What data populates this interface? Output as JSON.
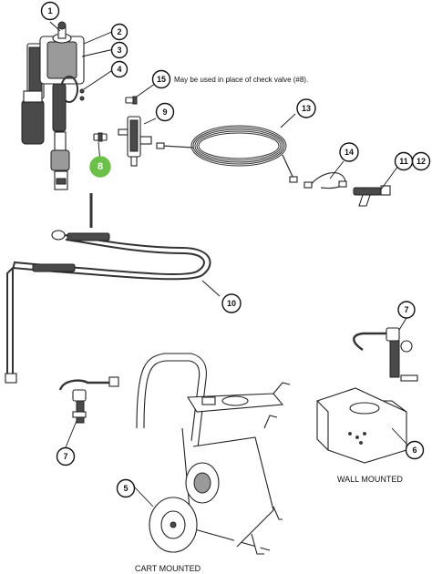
{
  "callouts": [
    {
      "id": "1",
      "label": "1",
      "highlight": false
    },
    {
      "id": "2",
      "label": "2",
      "highlight": false
    },
    {
      "id": "3",
      "label": "3",
      "highlight": false
    },
    {
      "id": "4",
      "label": "4",
      "highlight": false
    },
    {
      "id": "5",
      "label": "5",
      "highlight": false
    },
    {
      "id": "6",
      "label": "6",
      "highlight": false
    },
    {
      "id": "7a",
      "label": "7",
      "highlight": false
    },
    {
      "id": "7b",
      "label": "7",
      "highlight": false
    },
    {
      "id": "8",
      "label": "8",
      "highlight": true,
      "color": "#6cc04a"
    },
    {
      "id": "9",
      "label": "9",
      "highlight": false
    },
    {
      "id": "10",
      "label": "10",
      "highlight": false
    },
    {
      "id": "11",
      "label": "11",
      "highlight": false
    },
    {
      "id": "12",
      "label": "12",
      "highlight": false
    },
    {
      "id": "13",
      "label": "13",
      "highlight": false
    },
    {
      "id": "14",
      "label": "14",
      "highlight": false
    },
    {
      "id": "15",
      "label": "15",
      "highlight": false
    }
  ],
  "note_15": "May be used in place of check valve (#8).",
  "captions": {
    "wall": "WALL MOUNTED",
    "cart": "CART MOUNTED"
  }
}
